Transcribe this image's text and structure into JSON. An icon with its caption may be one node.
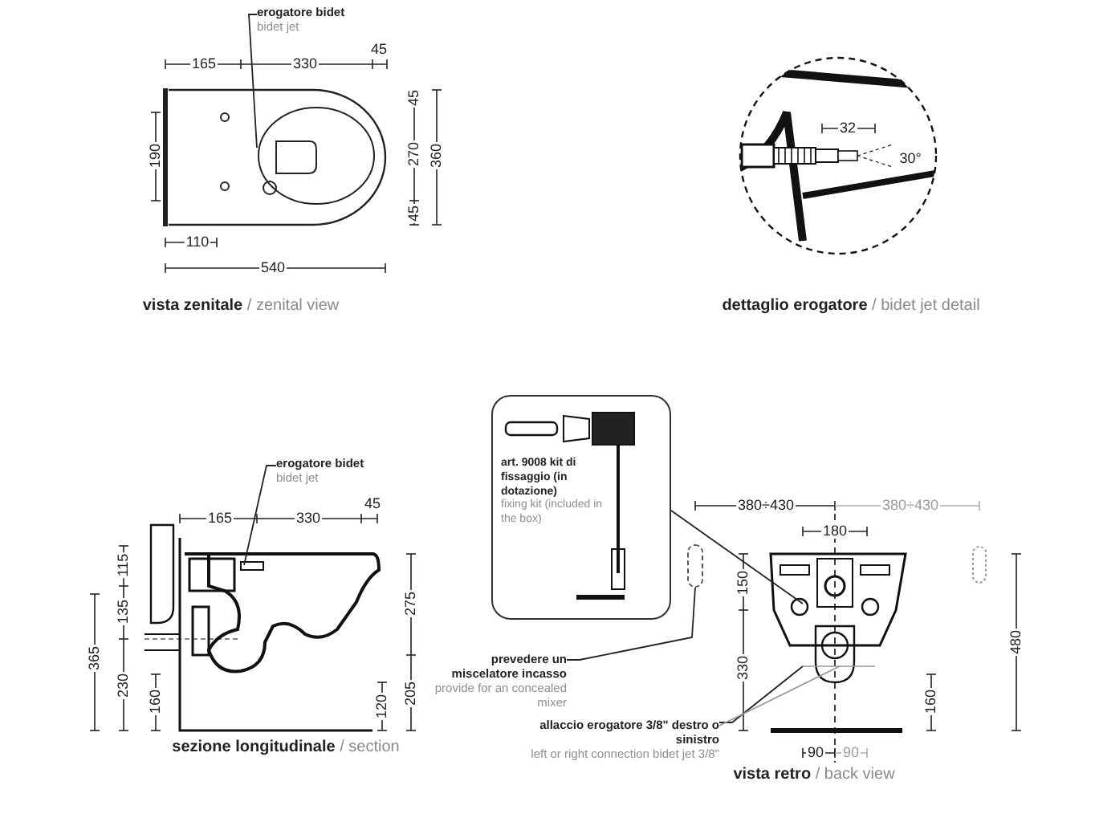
{
  "diagram": {
    "nodes": [
      {
        "text": [
          "erogatore bidet",
          "bidet jet"
        ]
      },
      {
        "text": [
          "erogatore bidet",
          "bidet jet"
        ]
      },
      {
        "text": [
          "art. 9008 kit di fissaggio (in dotazione)",
          "fixing kit (included in the box)"
        ]
      },
      {
        "text": [
          "prevedere un miscelatore incasso",
          "provide for an concealed mixer"
        ]
      },
      {
        "text": [
          "allaccio erogatore 3/8\" destro o sinistro",
          "left or right connection bidet jet 3/8\""
        ]
      },
      {
        "text": [],
        "shape": "box"
      }
    ],
    "edges": [
      {
        "from": 0,
        "to": null,
        "arrow": "none"
      },
      {
        "from": 1,
        "to": null,
        "arrow": "none"
      },
      {
        "from": 2,
        "to": null,
        "arrow": "none"
      },
      {
        "from": 3,
        "to": 5,
        "arrow": "none"
      },
      {
        "from": 4,
        "to": null,
        "arrow": "none"
      },
      {
        "from": 4,
        "to": null,
        "arrow": "none",
        "color": "#999999"
      }
    ],
    "labels": [
      "165",
      "330",
      "45",
      "190",
      "45",
      "270",
      "360",
      "45",
      "110",
      "540",
      "**vista zenitale** / zenital view",
      "32",
      "30°",
      "**dettaglio erogatore** / bidet jet detail",
      "165",
      "330",
      "45",
      "115",
      "135",
      "365",
      "230",
      "160",
      "275",
      "120",
      "205",
      "**sezione longitudinale** / section",
      "380÷430",
      "380÷430",
      "180",
      "150",
      "330",
      "480",
      "160",
      "90",
      "90",
      "**vista retro** / back view"
    ]
  }
}
